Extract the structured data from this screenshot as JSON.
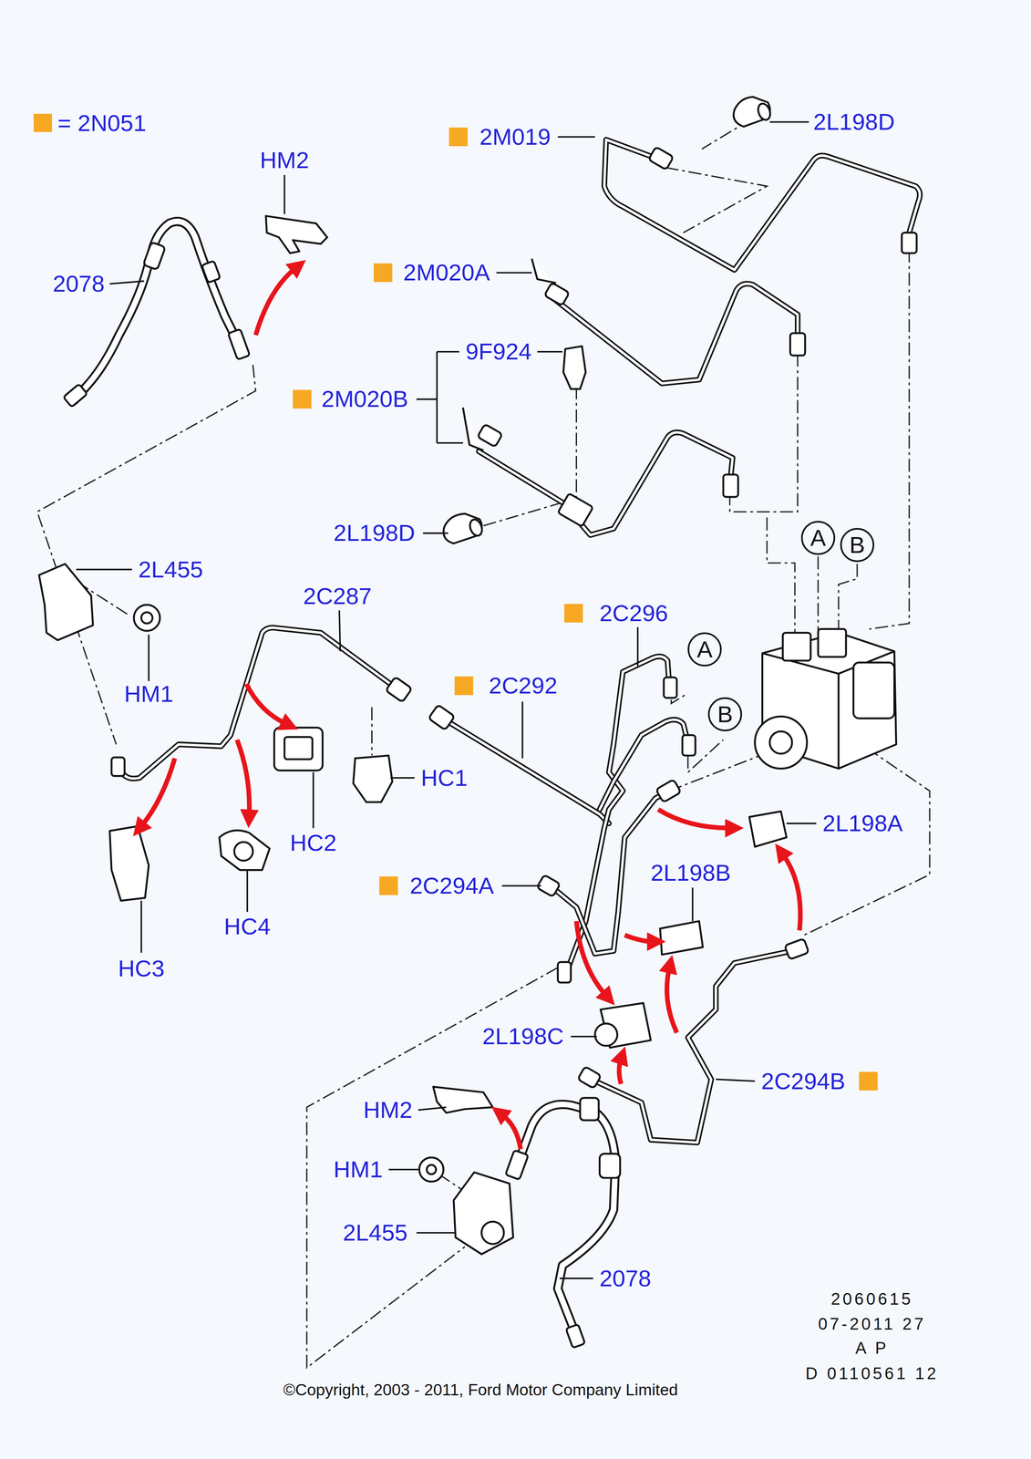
{
  "diagram": {
    "caption": "©Copyright, 2003 - 2011, Ford Motor Company Limited",
    "nodes": [
      {
        "text": [
          "A"
        ]
      },
      {
        "text": [
          "B"
        ]
      },
      {
        "text": [
          "A"
        ]
      },
      {
        "text": [
          "B"
        ]
      }
    ],
    "edges": [],
    "labels": [
      "2M019",
      "2L198D",
      "HM2",
      "2078",
      "2M020A",
      "9F924",
      "2M020B",
      "2L198D",
      "2L455",
      "2C287",
      "HM1",
      "2C296",
      "2C292",
      "HC1",
      "HC2",
      "2L198A",
      "HC3",
      "HC4",
      "2C294A",
      "2L198B",
      "2L198C",
      "2C294B",
      "HM2",
      "HM1",
      "2L455",
      "2078",
      "2060615",
      "07-2011 27",
      "A P",
      "D 0110561 12"
    ],
    "legend": [
      {
        "text": "= 2N051",
        "color": "#f7a823"
      }
    ]
  }
}
